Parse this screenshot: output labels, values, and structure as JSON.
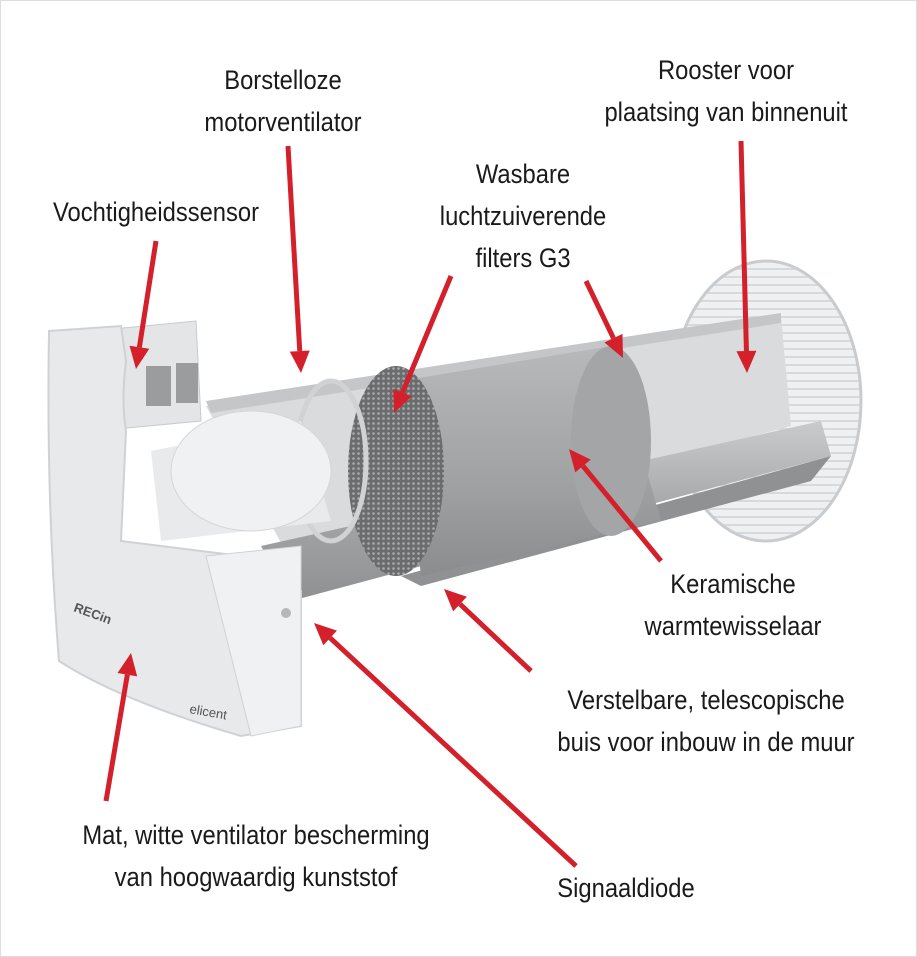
{
  "labels": {
    "motor": [
      "Borstelloze",
      "motorventilator"
    ],
    "grille": [
      "Rooster voor",
      "plaatsing van binnenuit"
    ],
    "sensor": [
      "Vochtigheidssensor"
    ],
    "filters": [
      "Wasbare",
      "luchtzuiverende",
      "filters G3"
    ],
    "ceramic": [
      "Keramische",
      "warmtewisselaar"
    ],
    "tube": [
      "Verstelbare, telescopische",
      "buis voor inbouw in de muur"
    ],
    "cover": [
      "Mat, witte ventilator bescherming",
      "van hoogwaardig kunststof"
    ],
    "diode": [
      "Signaaldiode"
    ]
  },
  "logo": {
    "brand": "RECin",
    "maker": "elicent"
  },
  "colors": {
    "arrow": "#d3202b",
    "tube": "#a9abad",
    "panel": "#e6e8ea"
  }
}
